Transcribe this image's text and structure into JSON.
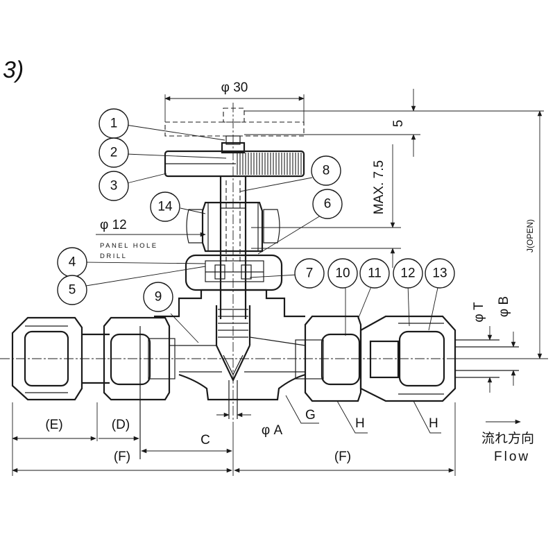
{
  "figure_fragment": "3)",
  "callouts": [
    "1",
    "2",
    "3",
    "4",
    "5",
    "6",
    "7",
    "8",
    "9",
    "10",
    "11",
    "12",
    "13",
    "14"
  ],
  "dimensions": {
    "handle_dia": "φ 30",
    "stem_travel": "5",
    "max_stroke": "MAX. 7.5",
    "panel_dia": "φ 12",
    "panel_hole_1": "PANEL HOLE",
    "panel_hole_2": "DRILL",
    "open_height": "J(OPEN)",
    "tube_t": "φ T",
    "tube_b": "φ B",
    "e_len": "(E)",
    "d_len": "(D)",
    "c_len": "C",
    "f_left": "(F)",
    "f_right": "(F)",
    "orifice": "φ A",
    "g_label": "G",
    "h_label_1": "H",
    "h_label_2": "H"
  },
  "flow": {
    "jp": "流れ方向",
    "en": "Flow"
  }
}
